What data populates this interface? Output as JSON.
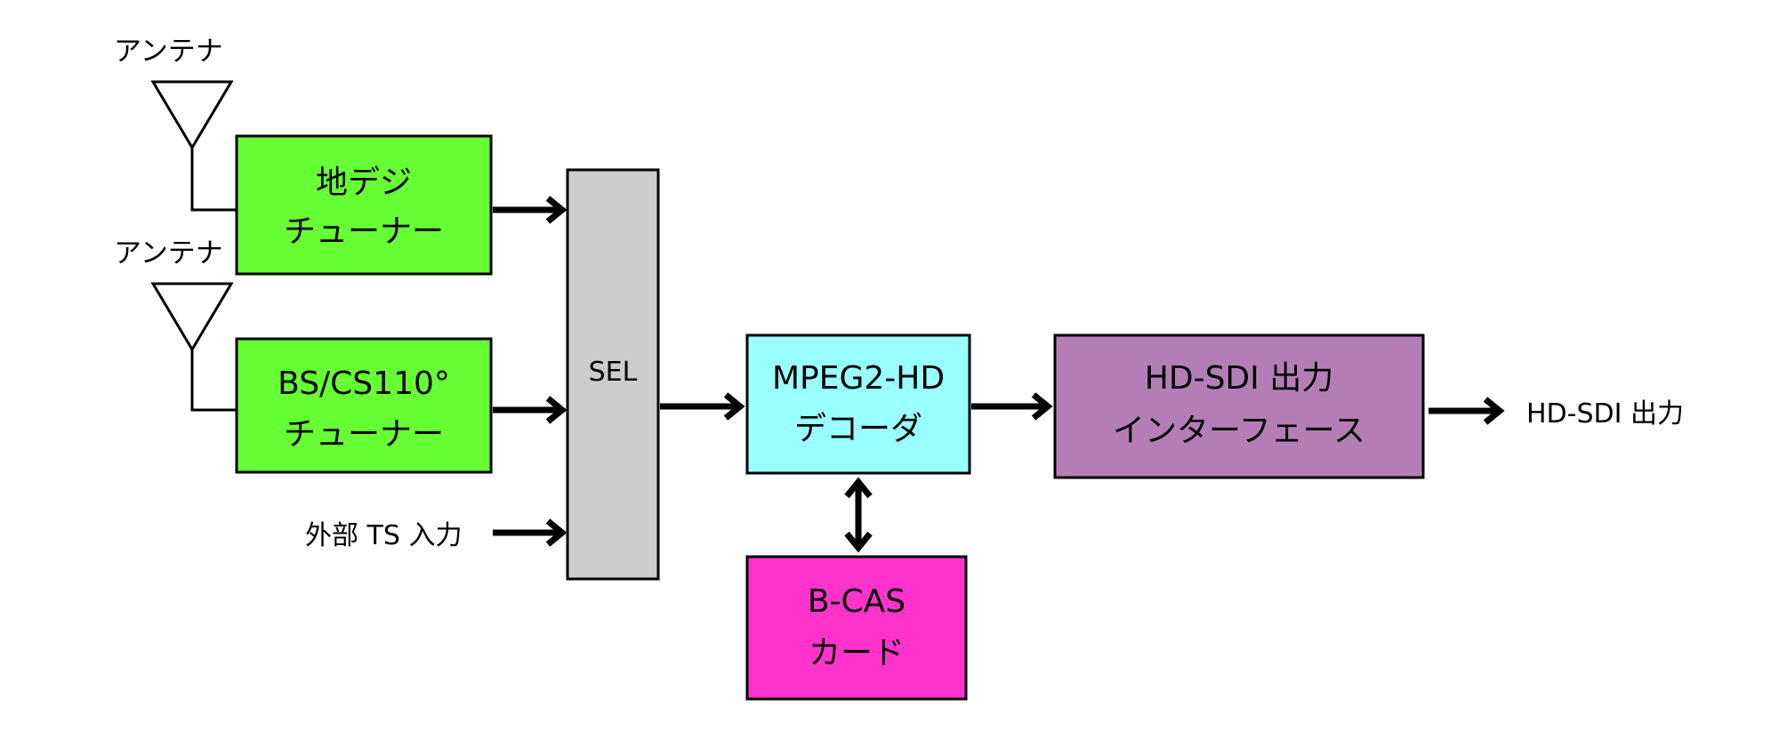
{
  "colors": {
    "tuner": "#66ff33",
    "selector": "#cccccc",
    "decoder": "#99ffff",
    "interface": "#b57db5",
    "bcas": "#ff33cc",
    "line": "#000000"
  },
  "diagram": {
    "antenna_1": {
      "label": "アンテナ",
      "icon": "antenna-icon"
    },
    "antenna_2": {
      "label": "アンテナ",
      "icon": "antenna-icon"
    },
    "terrestrial_tuner": {
      "line1": "地デジ",
      "line2": "チューナー"
    },
    "satellite_tuner": {
      "line1": "BS/CS110°",
      "line2": "チューナー"
    },
    "external_ts": {
      "label": "外部 TS 入力"
    },
    "selector": {
      "label": "SEL"
    },
    "decoder": {
      "line1": "MPEG2-HD",
      "line2": "デコーダ"
    },
    "bcas": {
      "line1": "B-CAS",
      "line2": "カード"
    },
    "output_interface": {
      "line1": "HD-SDI 出力",
      "line2": "インターフェース"
    },
    "output": {
      "label": "HD-SDI 出力"
    }
  }
}
